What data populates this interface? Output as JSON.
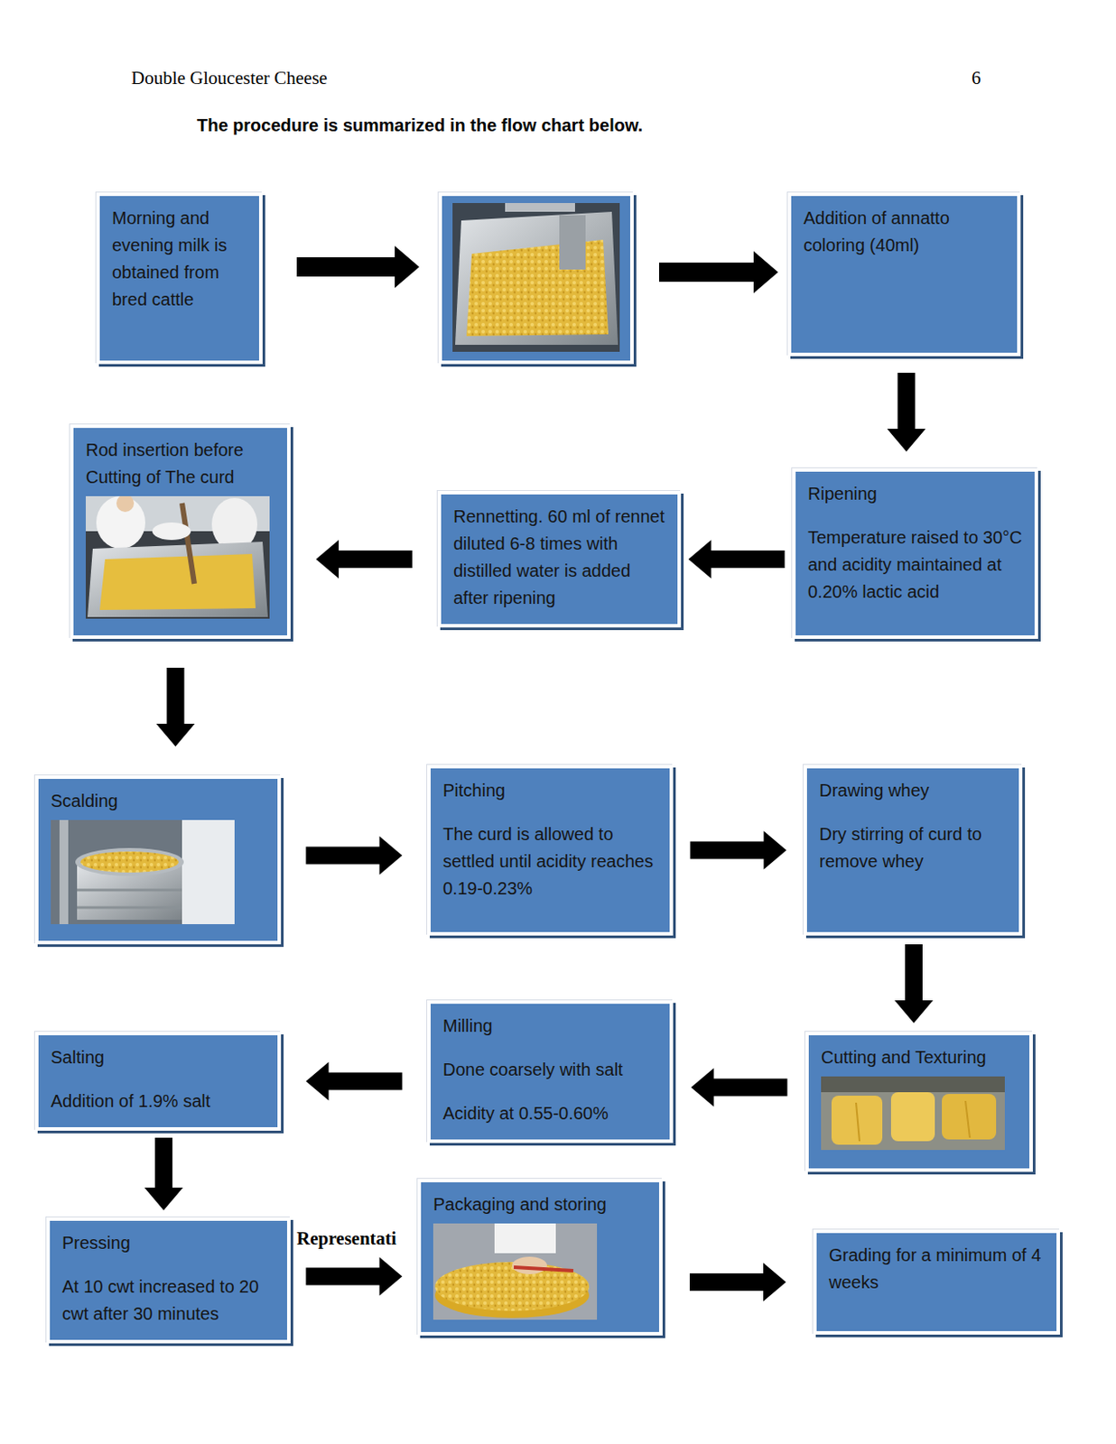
{
  "diagram": {
    "title": "The procedure is summarized in the flow chart below.",
    "nodes": [
      {
        "text": [
          "Morning and evening milk is obtained from bred cattle"
        ]
      },
      {
        "text": [
          "Addition of annatto coloring (40ml)"
        ]
      },
      {
        "text": [
          "Ripening",
          "Temperature raised to 30°C and acidity maintained at 0.20% lactic acid"
        ]
      },
      {
        "text": [
          "Rennetting. 60 ml of rennet diluted 6-8 times with distilled water is added after ripening"
        ]
      },
      {
        "text": [
          "Rod insertion before Cutting of The curd"
        ]
      },
      {
        "text": [
          "Scalding"
        ]
      },
      {
        "text": [
          "Pitching",
          "The curd is allowed to settled until acidity reaches 0.19-0.23%"
        ]
      },
      {
        "text": [
          "Drawing whey",
          "Dry stirring of curd to remove whey"
        ]
      },
      {
        "text": [
          "Cutting and Texturing"
        ]
      },
      {
        "text": [
          "Milling",
          "Done coarsely with salt",
          "Acidity at 0.55-0.60%"
        ]
      },
      {
        "text": [
          "Salting",
          "Addition of 1.9% salt"
        ]
      },
      {
        "text": [
          "Pressing",
          "At 10 cwt increased to 20 cwt after 30 minutes"
        ]
      },
      {
        "text": [
          "Packaging and storing"
        ]
      },
      {
        "text": [
          "Grading for a minimum of 4 weeks"
        ]
      }
    ],
    "edges": [
      {
        "from": 1,
        "to": 2,
        "arrow": "to"
      },
      {
        "from": 2,
        "to": 3,
        "arrow": "to"
      },
      {
        "from": 3,
        "to": 4,
        "arrow": "to"
      },
      {
        "from": 4,
        "to": 5,
        "arrow": "to"
      },
      {
        "from": 5,
        "to": 6,
        "arrow": "to"
      },
      {
        "from": 6,
        "to": 7,
        "arrow": "to"
      },
      {
        "from": 7,
        "to": 8,
        "arrow": "to"
      },
      {
        "from": 8,
        "to": 9,
        "arrow": "to"
      },
      {
        "from": 9,
        "to": 10,
        "arrow": "to"
      },
      {
        "from": 10,
        "to": 11,
        "arrow": "to"
      },
      {
        "from": 11,
        "to": 12,
        "arrow": "to"
      },
      {
        "from": 12,
        "to": 13,
        "arrow": "to"
      }
    ],
    "labels": [
      "Double Gloucester Cheese",
      "6",
      "Representati"
    ]
  }
}
